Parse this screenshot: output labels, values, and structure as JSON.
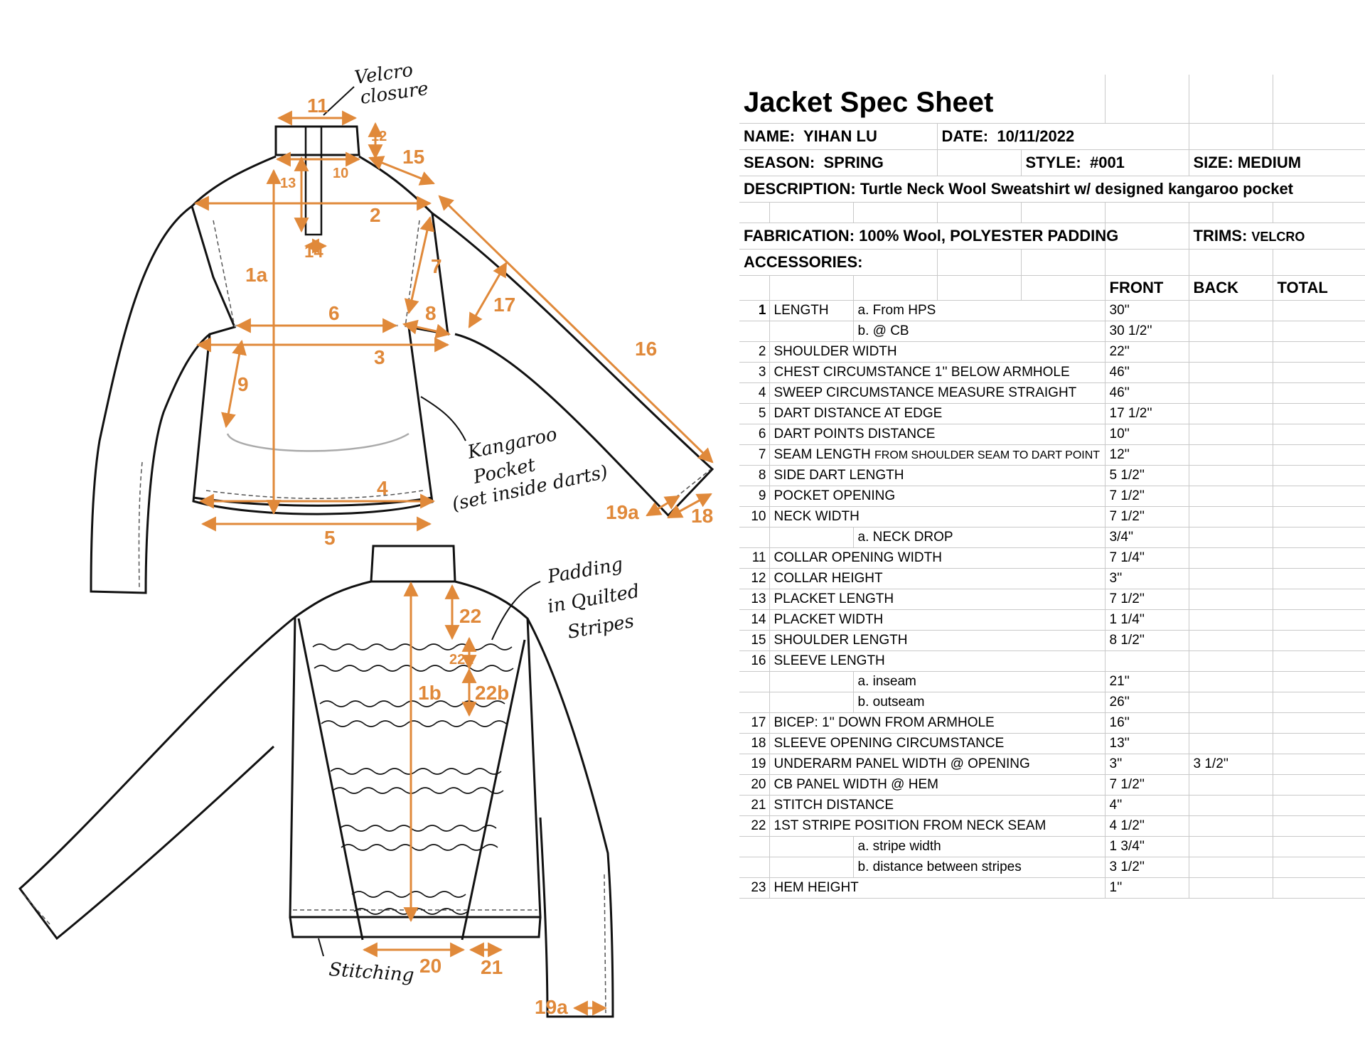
{
  "sheet": {
    "title": "Jacket Spec Sheet",
    "name_label": "NAME:",
    "name": "YIHAN LU",
    "date_label": "DATE:",
    "date": "10/11/2022",
    "season_label": "SEASON:",
    "season": "SPRING",
    "style_label": "STYLE:",
    "style": "#001",
    "size_label": "SIZE:",
    "size": "MEDIUM",
    "description_label": "DESCRIPTION:",
    "description": "Turtle Neck Wool Sweatshirt w/ designed kangaroo pocket",
    "fabrication_label": "FABRICATION:",
    "fabrication": "100% Wool, POLYESTER PADDING",
    "trims_label": "TRIMS:",
    "trims": "VELCRO",
    "accessories_label": "ACCESSORIES:",
    "col_front": "FRONT",
    "col_back": "BACK",
    "col_total": "TOTAL"
  },
  "rows": [
    {
      "num": "1",
      "name": "LENGTH",
      "sub": "a. From HPS",
      "front": "30''",
      "back": ""
    },
    {
      "num": "",
      "name": "",
      "sub": "b. @ CB",
      "front": "30 1/2''",
      "back": ""
    },
    {
      "num": "2",
      "name": "SHOULDER WIDTH",
      "sub": "",
      "front": "22''",
      "back": ""
    },
    {
      "num": "3",
      "name": "CHEST CIRCUMSTANCE 1'' BELOW ARMHOLE",
      "sub": "",
      "front": "46''",
      "back": ""
    },
    {
      "num": "4",
      "name": "SWEEP CIRCUMSTANCE MEASURE STRAIGHT",
      "sub": "",
      "front": "46''",
      "back": ""
    },
    {
      "num": "5",
      "name": "DART DISTANCE AT EDGE",
      "sub": "",
      "front": "17 1/2''",
      "back": ""
    },
    {
      "num": "6",
      "name": "DART POINTS DISTANCE",
      "sub": "",
      "front": "10''",
      "back": ""
    },
    {
      "num": "7",
      "name": "SEAM LENGTH",
      "name_small": "FROM SHOULDER SEAM TO DART POINT",
      "sub": "",
      "front": "12''",
      "back": ""
    },
    {
      "num": "8",
      "name": "SIDE DART LENGTH",
      "sub": "",
      "front": "5 1/2''",
      "back": ""
    },
    {
      "num": "9",
      "name": "POCKET OPENING",
      "sub": "",
      "front": "7 1/2''",
      "back": ""
    },
    {
      "num": "10",
      "name": "NECK WIDTH",
      "sub": "",
      "front": "7 1/2''",
      "back": ""
    },
    {
      "num": "",
      "name": "",
      "sub": "a. NECK DROP",
      "front": "3/4''",
      "back": ""
    },
    {
      "num": "11",
      "name": "COLLAR OPENING WIDTH",
      "sub": "",
      "front": "7 1/4''",
      "back": ""
    },
    {
      "num": "12",
      "name": "COLLAR HEIGHT",
      "sub": "",
      "front": "3''",
      "back": ""
    },
    {
      "num": "13",
      "name": "PLACKET LENGTH",
      "sub": "",
      "front": "7 1/2''",
      "back": ""
    },
    {
      "num": "14",
      "name": "PLACKET WIDTH",
      "sub": "",
      "front": "1 1/4''",
      "back": ""
    },
    {
      "num": "15",
      "name": "SHOULDER LENGTH",
      "sub": "",
      "front": "8 1/2''",
      "back": ""
    },
    {
      "num": "16",
      "name": "SLEEVE LENGTH",
      "sub": "",
      "front": "",
      "back": ""
    },
    {
      "num": "",
      "name": "",
      "sub": "a. inseam",
      "front": "21''",
      "back": ""
    },
    {
      "num": "",
      "name": "",
      "sub": "b. outseam",
      "front": "26''",
      "back": ""
    },
    {
      "num": "17",
      "name": "BICEP: 1'' DOWN FROM ARMHOLE",
      "sub": "",
      "front": "16''",
      "back": ""
    },
    {
      "num": "18",
      "name": "SLEEVE OPENING CIRCUMSTANCE",
      "sub": "",
      "front": "13''",
      "back": ""
    },
    {
      "num": "19",
      "name": "UNDERARM PANEL WIDTH @ OPENING",
      "sub": "",
      "front": "3''",
      "back": "3 1/2''"
    },
    {
      "num": "20",
      "name": "CB PANEL WIDTH @ HEM",
      "sub": "",
      "front": "7 1/2''",
      "back": ""
    },
    {
      "num": "21",
      "name": "STITCH DISTANCE",
      "sub": "",
      "front": "4''",
      "back": ""
    },
    {
      "num": "22",
      "name": "1ST STRIPE POSITION FROM NECK SEAM",
      "sub": "",
      "front": "4 1/2''",
      "back": ""
    },
    {
      "num": "",
      "name": "",
      "sub": "a. stripe width",
      "front": "1 3/4''",
      "back": ""
    },
    {
      "num": "",
      "name": "",
      "sub": "b. distance between stripes",
      "front": "3 1/2''",
      "back": ""
    },
    {
      "num": "23",
      "name": "HEM HEIGHT",
      "sub": "",
      "front": "1''",
      "back": ""
    }
  ],
  "sketch": {
    "notes": {
      "velcro_1": "Velcro",
      "velcro_2": "closure",
      "kangaroo_1": "Kangaroo",
      "kangaroo_2": "Pocket",
      "kangaroo_3": "(set inside darts)",
      "padding_1": "Padding",
      "padding_2": "in Quilted",
      "padding_3": "Stripes",
      "stitching": "Stitching"
    },
    "labels": {
      "l11": "11",
      "l12": "12",
      "l10": "10",
      "l13": "13",
      "l15": "15",
      "l2": "2",
      "l14": "14",
      "l1a": "1a",
      "l7": "7",
      "l17": "17",
      "l6": "6",
      "l8": "8",
      "l3": "3",
      "l16": "16",
      "l9": "9",
      "l4": "4",
      "l5": "5",
      "l19a_front": "19a",
      "l18": "18",
      "l22": "22",
      "l22a": "22a",
      "l22b": "22b",
      "l1b": "1b",
      "l20": "20",
      "l21": "21",
      "l19a_back": "19a"
    },
    "accent": "#e0893a"
  }
}
